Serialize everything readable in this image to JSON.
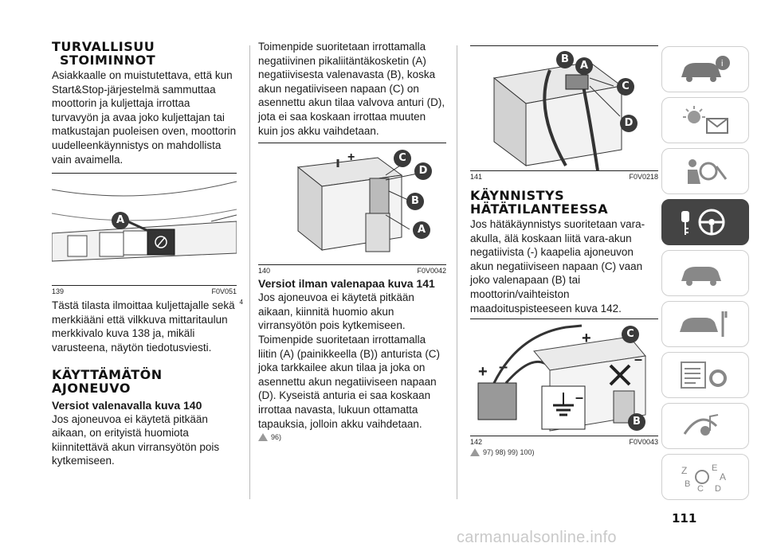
{
  "col1": {
    "heading1_line1": "TURVALLISUU",
    "heading1_line2": "STOIMINNOT",
    "para1": "Asiakkaalle on muistutettava, että kun Start&Stop-järjestelmä sammuttaa moottorin ja kuljettaja irrottaa turvavyön ja avaa joko kuljettajan tai matkustajan puoleisen oven, moottorin uudelleenkäynnistys on mahdollista vain avaimella.",
    "fig139_num": "139",
    "fig139_code": "F0V051",
    "fig139_callout": "A",
    "para2": "Tästä tilasta ilmoittaa kuljettajalle sekä merkkiääni että vilkkuva mittaritaulun merkkivalo kuva 138 ja, mikäli varusteena, näytön tiedotusviesti.",
    "para2_sup": "4",
    "heading2_line1": "KÄYTTÄMÄTÖN",
    "heading2_line2": "AJONEUVO",
    "sub1": "Versiot valenavalla kuva 140",
    "para3": "Jos ajoneuvoa ei käytetä pitkään aikaan, on erityistä huomiota kiinnitettävä akun virransyötön pois kytkemiseen."
  },
  "col2": {
    "para1": "Toimenpide suoritetaan irrottamalla negatiivinen pikaliitäntäkosketin (A) negatiivisesta valenavasta (B), koska akun negatiiviseen napaan (C) on asennettu akun tilaa valvova anturi (D), jota ei saa koskaan irrottaa muuten kuin jos akku vaihdetaan.",
    "fig140_num": "140",
    "fig140_code": "F0V0042",
    "fig140_callouts": [
      "C",
      "D",
      "B",
      "A"
    ],
    "sub1": "Versiot ilman valenapaa kuva 141",
    "para2": "Jos ajoneuvoa ei käytetä pitkään aikaan, kiinnitä huomio akun virransyötön pois kytkemiseen. Toimenpide suoritetaan irrottamalla liitin (A) (painikkeella (B)) anturista (C) joka tarkkailee akun tilaa ja joka on asennettu akun negatiiviseen napaan (D). Kyseistä anturia ei saa koskaan irrottaa navasta, lukuun ottamatta tapauksia, jolloin akku vaihdetaan.",
    "warn_ref": "96)"
  },
  "col3": {
    "fig141_num": "141",
    "fig141_code": "F0V0218",
    "fig141_callouts": [
      "B",
      "A",
      "C",
      "D"
    ],
    "heading_line1": "KÄYNNISTYS",
    "heading_line2": "HÄTÄTILANTEESSA",
    "para1": "Jos hätäkäynnistys suoritetaan vara-akulla, älä koskaan liitä vara-akun negatiivista (-) kaapelia ajoneuvon akun negatiiviseen napaan (C) vaan joko valenapaan (B) tai moottorin/vaihteiston maadoituspisteeseen kuva 142.",
    "fig142_num": "142",
    "fig142_code": "F0V0043",
    "fig142_callouts": [
      "C",
      "B"
    ],
    "warn_refs": "97) 98) 99) 100)"
  },
  "sidebar": {
    "tabs": [
      "car-info-icon",
      "lights-mail-icon",
      "airbag-seat-icon",
      "key-steering-icon",
      "car-warning-icon",
      "car-tools-icon",
      "list-gear-icon",
      "music-map-icon",
      "alphabet-index-icon"
    ],
    "active_index": 3
  },
  "page_number": "111",
  "watermark": "carmanualsonline.info"
}
